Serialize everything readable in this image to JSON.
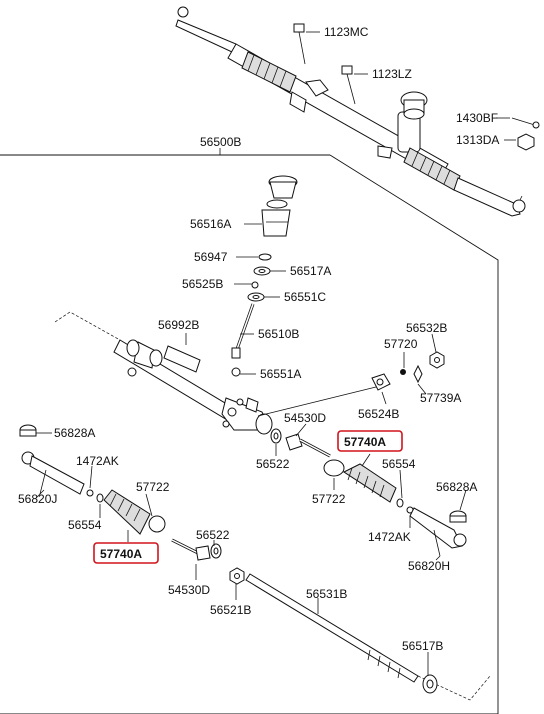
{
  "diagram": {
    "assembly_label": "56500B",
    "top_parts": {
      "bolt_1": "1123MC",
      "bolt_2": "1123LZ",
      "bolt_3": "1430BF",
      "nut": "1313DA"
    },
    "parts": {
      "p56516A": "56516A",
      "p56947": "56947",
      "p56517A": "56517A",
      "p56525B": "56525B",
      "p56551C": "56551C",
      "p56992B": "56992B",
      "p56510B": "56510B",
      "p56532B": "56532B",
      "p57720": "57720",
      "p56551A": "56551A",
      "p57739A": "57739A",
      "p56524B": "56524B",
      "p54530D_r": "54530D",
      "p56522_r": "56522",
      "p56828A_l": "56828A",
      "p57740A_r": "57740A",
      "p1472AK_l": "1472AK",
      "p56554_r": "56554",
      "p57722_l": "57722",
      "p56820J": "56820J",
      "p57722_r": "57722",
      "p56828A_r": "56828A",
      "p56554_l": "56554",
      "p1472AK_r": "1472AK",
      "p57740A_l": "57740A",
      "p56522_l": "56522",
      "p56820H": "56820H",
      "p54530D_l": "54530D",
      "p56531B": "56531B",
      "p56521B": "56521B",
      "p56517B": "56517B"
    },
    "highlight_color": "#d0141b"
  }
}
